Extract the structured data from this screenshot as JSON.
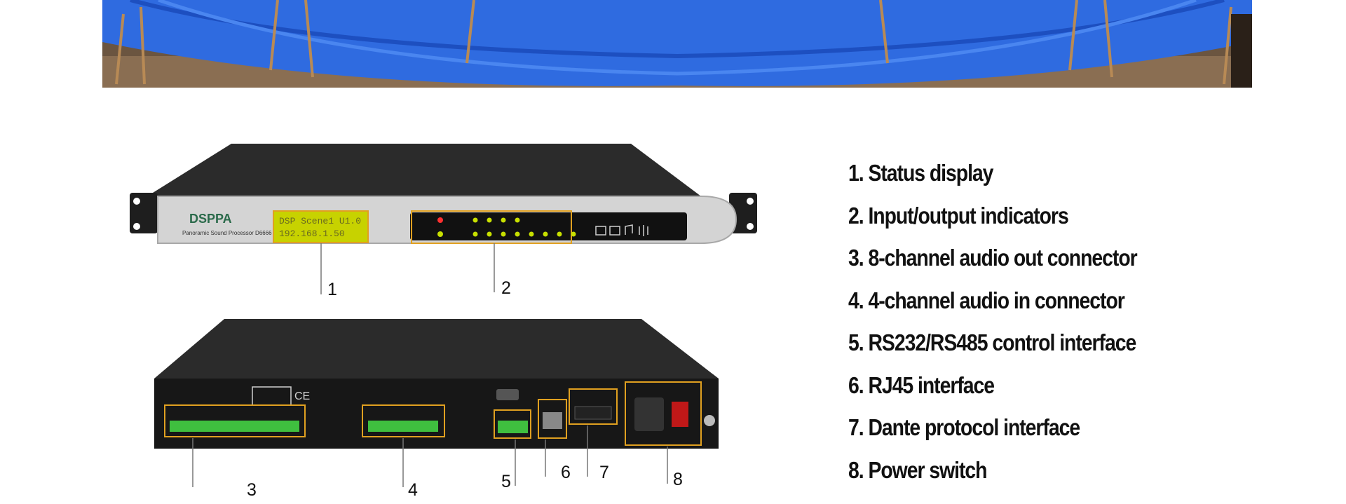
{
  "front_panel": {
    "logo": "DSPPA",
    "model": "Panoramic Sound Processor D6666",
    "lcd_line1": "DSP Scene1  U1.0",
    "lcd_line2": "192.168.1.50"
  },
  "callouts": [
    "1",
    "2",
    "3",
    "4",
    "5",
    "6",
    "7",
    "8"
  ],
  "features": [
    "1. Status display",
    "2. Input/output indicators",
    "3. 8-channel audio out connector",
    "4. 4-channel audio in connector",
    "5. RS232/RS485 control interface",
    "6. RJ45 interface",
    "7. Dante protocol interface",
    "8. Power switch"
  ]
}
